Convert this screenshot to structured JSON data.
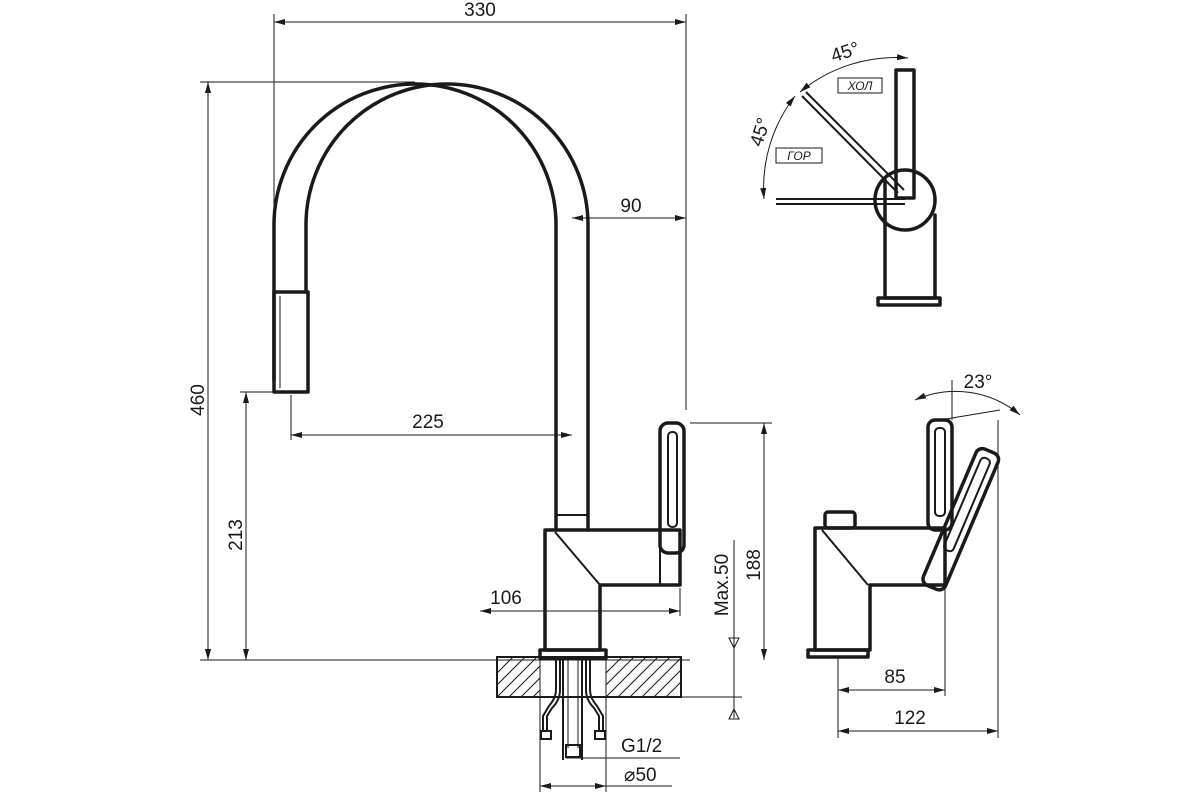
{
  "dimensions": {
    "overall_width": "330",
    "overall_height": "460",
    "spout_reach": "225",
    "spout_outlet_height": "213",
    "handle_offset": "90",
    "body_offset": "106",
    "body_height": "188",
    "deck_thickness": "Max.50",
    "thread": "G1/2",
    "base_diameter": "⌀50",
    "lever_tilt": "23°",
    "side_depth": "85",
    "side_total": "122"
  },
  "lever_diagram": {
    "cold_angle": "45°",
    "hot_angle": "45°",
    "cold_label": "ХОЛ",
    "hot_label": "ГОР"
  }
}
